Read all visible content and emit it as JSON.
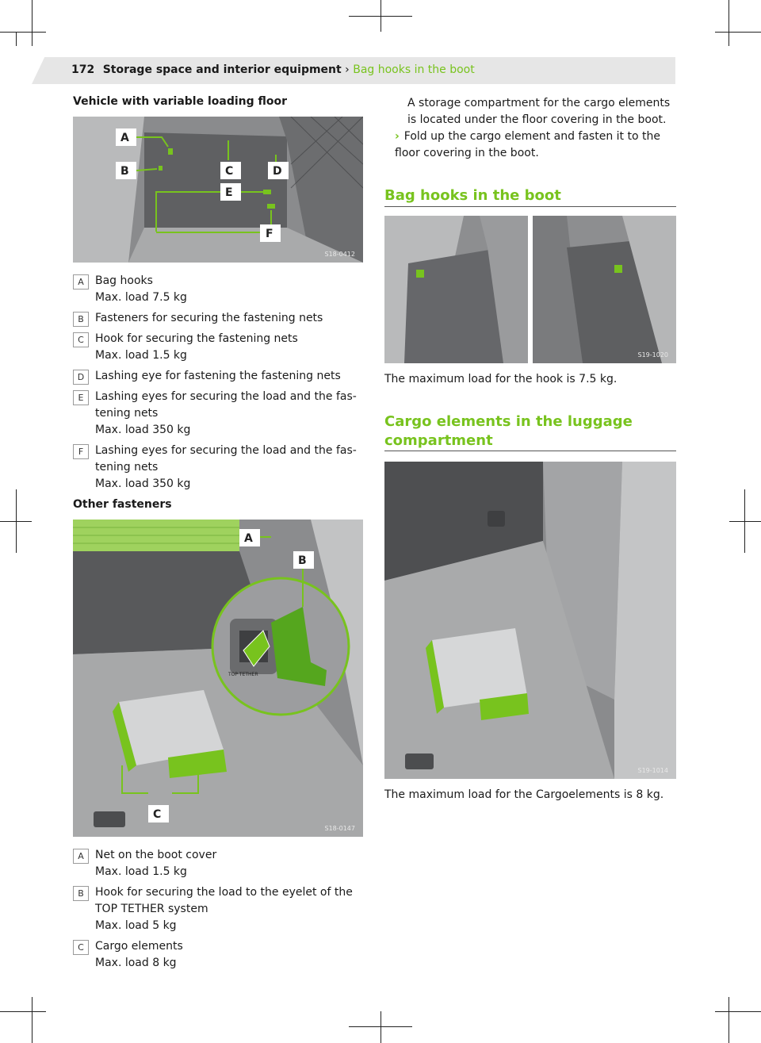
{
  "header": {
    "page_number": "172",
    "section": "Storage space and interior equipment",
    "separator": "›",
    "current": "Bag hooks in the boot"
  },
  "left": {
    "heading1": "Vehicle with variable loading floor",
    "fig1": {
      "code": "S18-0412",
      "labels": [
        "A",
        "B",
        "C",
        "D",
        "E",
        "F"
      ]
    },
    "legend1": [
      {
        "key": "A",
        "lines": [
          "Bag hooks",
          "Max. load 7.5 kg"
        ]
      },
      {
        "key": "B",
        "lines": [
          "Fasteners for securing the fastening nets"
        ]
      },
      {
        "key": "C",
        "lines": [
          "Hook for securing the fastening nets",
          "Max. load 1.5 kg"
        ]
      },
      {
        "key": "D",
        "lines": [
          "Lashing eye for fastening the fastening nets"
        ]
      },
      {
        "key": "E",
        "lines": [
          "Lashing eyes for securing the load and the fas-tening nets",
          "Max. load 350 kg"
        ]
      },
      {
        "key": "F",
        "lines": [
          "Lashing eyes for securing the load and the fas-tening nets",
          "Max. load 350 kg"
        ]
      }
    ],
    "heading2": "Other fasteners",
    "fig2": {
      "code": "S18-0147",
      "labels": [
        "A",
        "B",
        "C"
      ],
      "small_text": "TOP TETHER"
    },
    "legend2": [
      {
        "key": "A",
        "lines": [
          "Net on the boot cover",
          "Max. load 1.5 kg"
        ]
      },
      {
        "key": "B",
        "lines": [
          "Hook for securing the load to the eyelet of the TOP TETHER system",
          "Max. load 5 kg"
        ]
      },
      {
        "key": "C",
        "lines": [
          "Cargo elements",
          "Max. load 8 kg"
        ]
      }
    ]
  },
  "right": {
    "intro": "A storage compartment for the cargo elements is located under the floor covering in the boot.",
    "bullet_marker": "›",
    "bullet": "Fold up the cargo element and fasten it to the floor covering in the boot.",
    "section1_title": "Bag hooks in the boot",
    "fig3": {
      "code": "S19-1020"
    },
    "section1_text": "The maximum load for the hook is 7.5 kg.",
    "section2_title": "Cargo elements in the luggage compartment",
    "fig4": {
      "code": "S19-1014"
    },
    "section2_text": "The maximum load for the Cargoelements is 8 kg."
  },
  "colors": {
    "accent_green": "#78c31e",
    "header_bg": "#e6e6e6",
    "figure_bg": "#7d7e80",
    "key_border": "#9a9a9a"
  }
}
